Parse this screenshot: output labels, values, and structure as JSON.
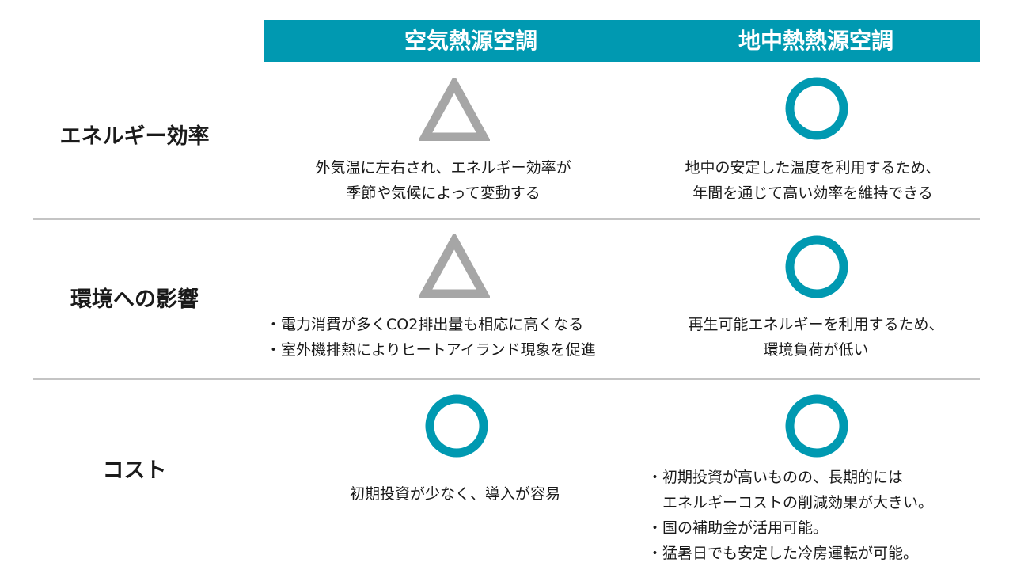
{
  "header": {
    "col1": "空気熱源空調",
    "col2": "地中熱熱源空調"
  },
  "colors": {
    "accent": "#0099b1",
    "triangle": "#a6a6a6"
  },
  "rows": [
    {
      "label": "エネルギー効率",
      "col1": {
        "mark": "triangle",
        "lines": [
          "外気温に左右され、エネルギー効率が",
          "季節や気候によって変動する"
        ]
      },
      "col2": {
        "mark": "circle",
        "lines": [
          "地中の安定した温度を利用するため、",
          "年間を通じて高い効率を維持できる"
        ]
      }
    },
    {
      "label": "環境への影響",
      "col1": {
        "mark": "triangle",
        "lines": [
          "・電力消費が多くCO2排出量も相応に高くなる",
          "・室外機排熱によりヒートアイランド現象を促進"
        ]
      },
      "col2": {
        "mark": "circle",
        "lines": [
          "再生可能エネルギーを利用するため、",
          "環境負荷が低い"
        ]
      }
    },
    {
      "label": "コスト",
      "col1": {
        "mark": "circle",
        "lines": [
          "初期投資が少なく、導入が容易"
        ]
      },
      "col2": {
        "mark": "circle",
        "lines": [
          "・初期投資が高いものの、長期的には",
          "　エネルギーコストの削減効果が大きい。",
          "・国の補助金が活用可能。",
          "・猛暑日でも安定した冷房運転が可能。"
        ]
      }
    }
  ]
}
